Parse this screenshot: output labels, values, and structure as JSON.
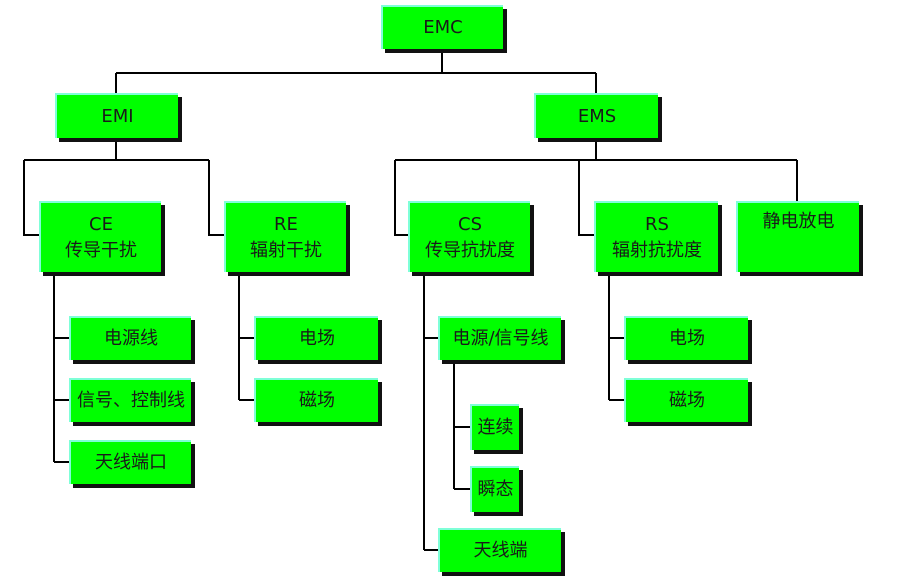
{
  "root": {
    "label": "EMC"
  },
  "emi": {
    "label": "EMI"
  },
  "ems": {
    "label": "EMS"
  },
  "ce": {
    "abbr": "CE",
    "label": "传导干扰",
    "children": [
      "电源线",
      "信号、控制线",
      "天线端口"
    ]
  },
  "re": {
    "abbr": "RE",
    "label": "辐射干扰",
    "children": [
      "电场",
      "磁场"
    ]
  },
  "cs": {
    "abbr": "CS",
    "label": "传导抗扰度",
    "children": [
      "电源/信号线",
      "天线端"
    ],
    "sub": [
      "连续",
      "瞬态"
    ]
  },
  "rs": {
    "abbr": "RS",
    "label": "辐射抗扰度",
    "children": [
      "电场",
      "磁场"
    ]
  },
  "esd": {
    "label": "静电放电"
  },
  "colors": {
    "box": "#00ff00",
    "line": "#000000"
  }
}
